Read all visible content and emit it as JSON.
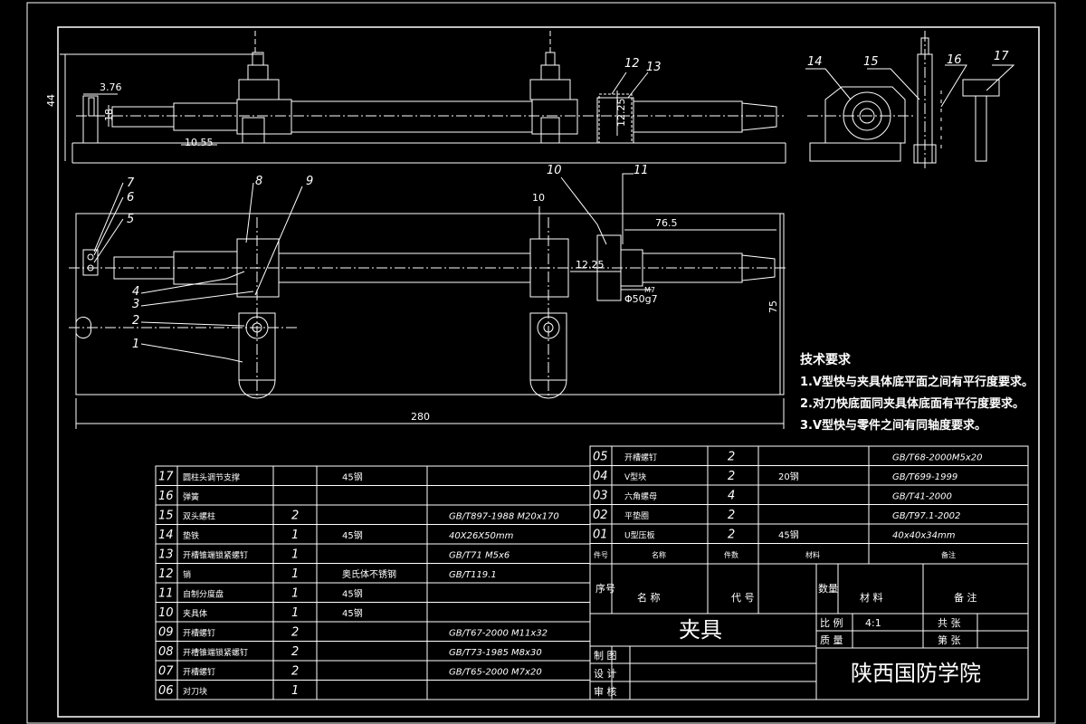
{
  "colors": {
    "background": "#000000",
    "line": "#ffffff",
    "centerline": "#ffffff"
  },
  "views": {
    "front_dims": {
      "height_44": "44",
      "d376": "3.76",
      "d18": "18",
      "d1055": "10.55",
      "d1225": "12.25"
    },
    "plan_dims": {
      "d10": "10",
      "d765": "76.5",
      "d1225": "12.25",
      "m7": "M7",
      "phi": "Φ50g7",
      "d75": "75",
      "d280": "280"
    },
    "balloons": [
      "1",
      "2",
      "3",
      "4",
      "5",
      "6",
      "7",
      "8",
      "9",
      "10",
      "11",
      "12",
      "13",
      "14",
      "15",
      "16",
      "17"
    ]
  },
  "tech_requirements": {
    "title": "技术要求",
    "items": [
      "1.V型快与夹具体底平面之间有平行度要求。",
      "2.对刀快底面同夹具体底面有平行度要求。",
      "3.V型快与零件之间有同轴度要求。"
    ]
  },
  "parts_left": [
    {
      "no": "17",
      "name": "圆柱头调节支撑",
      "qty": "",
      "material": "45钢",
      "standard": ""
    },
    {
      "no": "16",
      "name": "弹簧",
      "qty": "",
      "material": "",
      "standard": ""
    },
    {
      "no": "15",
      "name": "双头螺柱",
      "qty": "2",
      "material": "",
      "standard": "GB/T897-1988 M20x170"
    },
    {
      "no": "14",
      "name": "垫铁",
      "qty": "1",
      "material": "45钢",
      "standard": "40X26X50mm"
    },
    {
      "no": "13",
      "name": "开槽锥端锁紧螺钉",
      "qty": "1",
      "material": "",
      "standard": "GB/T71 M5x6"
    },
    {
      "no": "12",
      "name": "销",
      "qty": "1",
      "material": "奥氏体不锈钢",
      "standard": "GB/T119.1"
    },
    {
      "no": "11",
      "name": "自制分度盘",
      "qty": "1",
      "material": "45钢",
      "standard": ""
    },
    {
      "no": "10",
      "name": "夹具体",
      "qty": "1",
      "material": "45钢",
      "standard": ""
    },
    {
      "no": "09",
      "name": "开槽螺钉",
      "qty": "2",
      "material": "",
      "standard": "GB/T67-2000 M11x32"
    },
    {
      "no": "08",
      "name": "开槽锥端锁紧螺钉",
      "qty": "2",
      "material": "",
      "standard": "GB/T73-1985 M8x30"
    },
    {
      "no": "07",
      "name": "开槽螺钉",
      "qty": "2",
      "material": "",
      "standard": "GB/T65-2000 M7x20"
    },
    {
      "no": "06",
      "name": "对刀块",
      "qty": "1",
      "material": "",
      "standard": ""
    }
  ],
  "parts_right": [
    {
      "no": "05",
      "name": "开槽螺钉",
      "qty": "2",
      "material": "",
      "standard": "GB/T68-2000M5x20"
    },
    {
      "no": "04",
      "name": "V型块",
      "qty": "2",
      "material": "20钢",
      "standard": "GB/T699-1999"
    },
    {
      "no": "03",
      "name": "六角螺母",
      "qty": "4",
      "material": "",
      "standard": "GB/T41-2000"
    },
    {
      "no": "02",
      "name": "平垫圈",
      "qty": "2",
      "material": "",
      "standard": "GB/T97.1-2002"
    },
    {
      "no": "01",
      "name": "U型压板",
      "qty": "2",
      "material": "45钢",
      "standard": "40x40x34mm"
    }
  ],
  "parts_right_header": {
    "no": "件号",
    "name": "名称",
    "qty": "件数",
    "material": "材料",
    "note": "备注"
  },
  "title_block": {
    "hdr_no": "序号",
    "hdr_name": "名 称",
    "hdr_code": "代 号",
    "hdr_qty": "数量",
    "hdr_material": "材 料",
    "hdr_note": "备 注",
    "drawing_name": "夹具",
    "scale_label": "比 例",
    "scale_value": "4:1",
    "sheets_label": "共 张",
    "weight_label": "质 量",
    "sheet_label": "第 张",
    "drawn_by": "制 图",
    "designed_by": "设 计",
    "checked_by": "审 核",
    "school": "陕西国防学院"
  }
}
